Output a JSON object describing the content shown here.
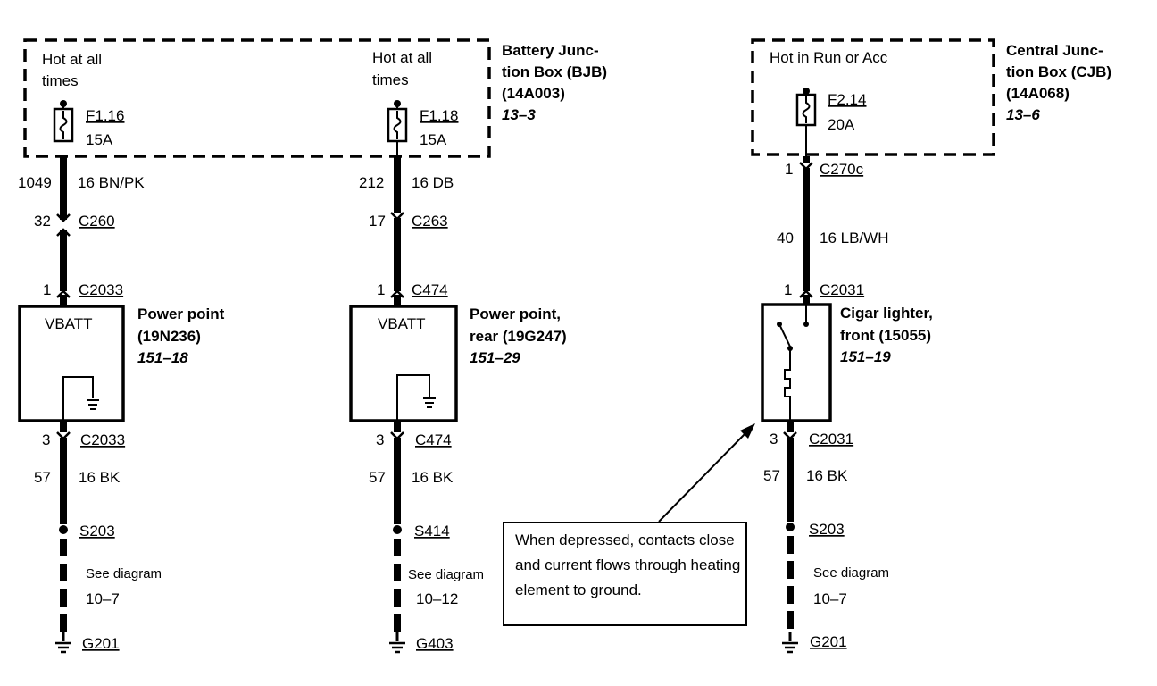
{
  "bjb": {
    "label": [
      "Battery Junc-",
      "tion Box (BJB)",
      "(14A003)"
    ],
    "ref": "13–3",
    "fuse1": {
      "hot": [
        "Hot at all",
        "times"
      ],
      "id": "F1.16",
      "amp": "15A"
    },
    "fuse2": {
      "hot": [
        "Hot at all",
        "times"
      ],
      "id": "F1.18",
      "amp": "15A"
    }
  },
  "cjb": {
    "label": [
      "Central Junc-",
      "tion Box (CJB)",
      "(14A068)"
    ],
    "ref": "13–6",
    "hot": "Hot in Run or Acc",
    "fuse": {
      "id": "F2.14",
      "amp": "20A"
    }
  },
  "circuit1": {
    "wire_top": {
      "circuit": "1049",
      "spec": "16 BN/PK"
    },
    "c_a": {
      "pin": "32",
      "name": "C260"
    },
    "c_b": {
      "pin": "1",
      "name": "C2033"
    },
    "component": {
      "text": "VBATT",
      "label": [
        "Power point",
        "(19N236)"
      ],
      "ref": "151–18"
    },
    "c_c": {
      "pin": "3",
      "name": "C2033"
    },
    "wire_bottom": {
      "circuit": "57",
      "spec": "16 BK"
    },
    "splice": "S203",
    "see": [
      "See diagram",
      "10–7"
    ],
    "ground": "G201"
  },
  "circuit2": {
    "wire_top": {
      "circuit": "212",
      "spec": "16 DB"
    },
    "c_a": {
      "pin": "17",
      "name": "C263"
    },
    "c_b": {
      "pin": "1",
      "name": "C474"
    },
    "component": {
      "text": "VBATT",
      "label": [
        "Power point,",
        "rear (19G247)"
      ],
      "ref": "151–29"
    },
    "c_c": {
      "pin": "3",
      "name": "C474"
    },
    "wire_bottom": {
      "circuit": "57",
      "spec": "16 BK"
    },
    "splice": "S414",
    "see": [
      "See diagram",
      "10–12"
    ],
    "ground": "G403"
  },
  "circuit3": {
    "c_a": {
      "pin": "1",
      "name": "C270c"
    },
    "wire_top": {
      "circuit": "40",
      "spec": "16 LB/WH"
    },
    "c_b": {
      "pin": "1",
      "name": "C2031"
    },
    "component": {
      "label": [
        "Cigar lighter,",
        "front (15055)"
      ],
      "ref": "151–19"
    },
    "c_c": {
      "pin": "3",
      "name": "C2031"
    },
    "wire_bottom": {
      "circuit": "57",
      "spec": "16 BK"
    },
    "splice": "S203",
    "see": [
      "See diagram",
      "10–7"
    ],
    "ground": "G201"
  },
  "note": "When depressed, contacts close and current flows through heating element to ground."
}
